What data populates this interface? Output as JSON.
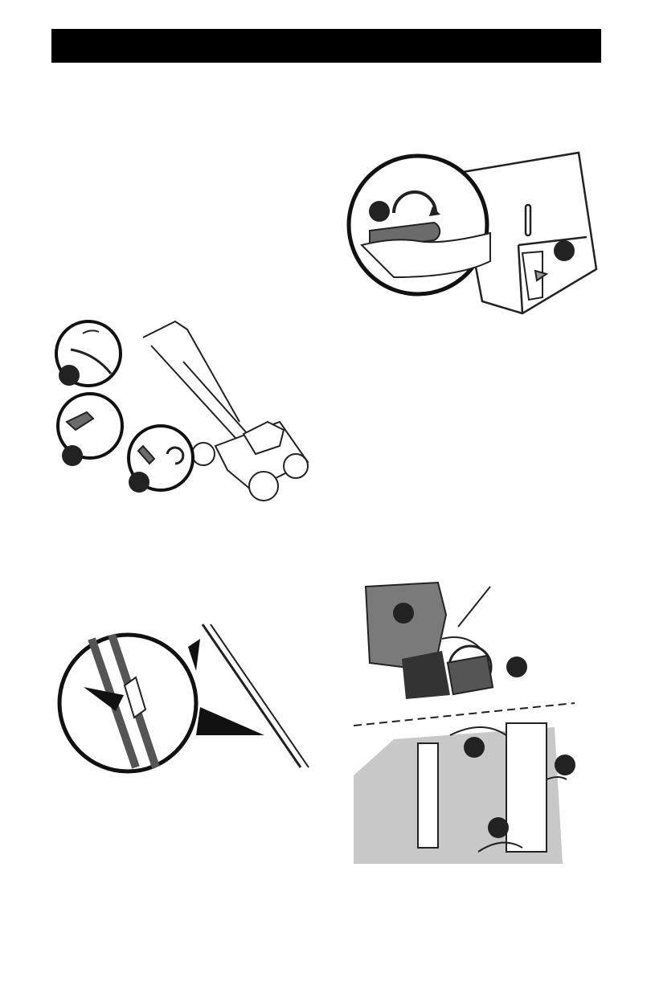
{
  "header": {
    "title": ""
  },
  "figures": [
    {
      "name": "bag-handle-rotate",
      "callouts": [
        "",
        ""
      ],
      "colors": {
        "arrow": "#222222",
        "handle": "#6b6b6b"
      }
    },
    {
      "name": "mower-handle-unfold",
      "callouts": [
        "",
        "",
        ""
      ],
      "colors": {
        "line": "#222222"
      }
    },
    {
      "name": "cable-clip",
      "callouts": [],
      "colors": {
        "cable": "#555555"
      }
    },
    {
      "name": "bag-attach",
      "callouts": [
        "",
        "",
        "",
        "",
        ""
      ],
      "colors": {
        "bag": "#7a7a7a",
        "floor": "#c8c8c8"
      }
    }
  ]
}
